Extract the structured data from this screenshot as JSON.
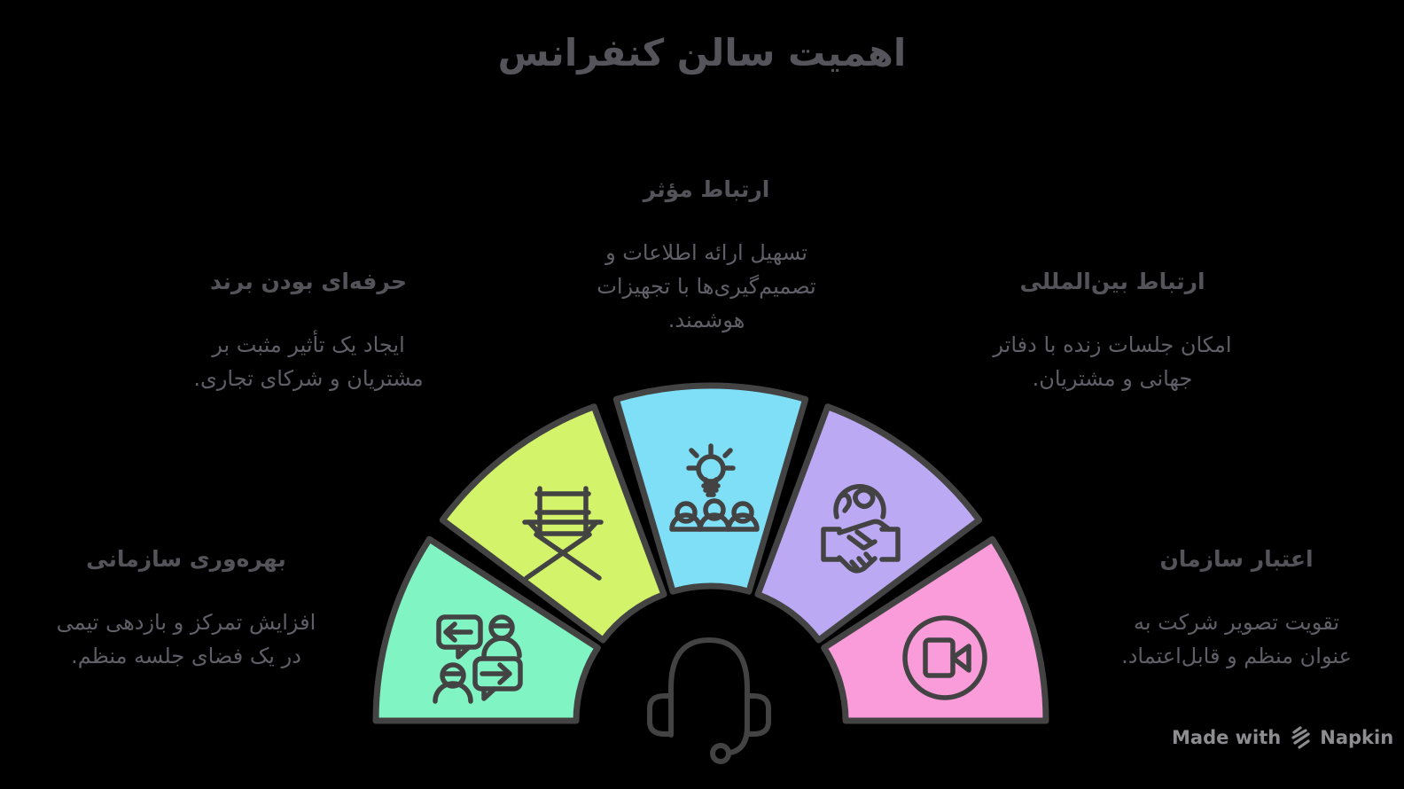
{
  "title": "اهمیت سالن کنفرانس",
  "sections": [
    {
      "id": "organizational-productivity",
      "heading": "بهره‌وری سازمانی",
      "body": [
        "افزایش تمرکز و بازدهی تیمی",
        "در یک فضای جلسه منظم."
      ],
      "color": "#80f4c3",
      "icon": "chat-people-icon"
    },
    {
      "id": "brand-professionalism",
      "heading": "حرفه‌ای بودن برند",
      "body": [
        "ایجاد یک تأثیر مثبت بر",
        "مشتریان و شرکای تجاری."
      ],
      "color": "#d3f36b",
      "icon": "directors-chair-icon"
    },
    {
      "id": "effective-communication",
      "heading": "ارتباط مؤثر",
      "body": [
        "تسهیل ارائه اطلاعات و",
        "تصمیم‌گیری‌ها با تجهیزات",
        "هوشمند."
      ],
      "color": "#7edff7",
      "icon": "idea-audience-icon"
    },
    {
      "id": "international-communication",
      "heading": "ارتباط بین‌المللی",
      "body": [
        "امکان جلسات زنده با دفاتر",
        "جهانی و مشتریان."
      ],
      "color": "#bca9f4",
      "icon": "globe-handshake-icon"
    },
    {
      "id": "organization-credibility",
      "heading": "اعتبار سازمان",
      "body": [
        "تقویت تصویر شرکت به",
        "عنوان منظم و قابل‌اعتماد."
      ],
      "color": "#f99cd9",
      "icon": "video-camera-icon"
    }
  ],
  "footer": {
    "made_with": "Made with",
    "brand": "Napkin"
  },
  "colors": {
    "background": "#000000",
    "outline": "#434343",
    "title_text": "#56545b",
    "heading_text": "#55535a",
    "body_text": "#605e66",
    "footer_text": "#8d8d91"
  }
}
